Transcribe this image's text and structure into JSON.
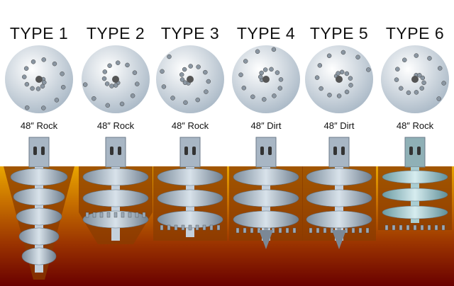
{
  "types": [
    {
      "title": "TYPE 1",
      "size": "48″ Rock",
      "kind": "rock-tapered"
    },
    {
      "title": "TYPE 2",
      "size": "48″ Rock",
      "kind": "rock-stepped"
    },
    {
      "title": "TYPE 3",
      "size": "48″ Rock",
      "kind": "rock-flat"
    },
    {
      "title": "TYPE 4",
      "size": "48″ Dirt",
      "kind": "dirt"
    },
    {
      "title": "TYPE 5",
      "size": "48″ Dirt",
      "kind": "dirt"
    },
    {
      "title": "TYPE 6",
      "size": "48″ Rock",
      "kind": "rock-teal"
    }
  ],
  "colors": {
    "steel": "#b8c6d4",
    "steel_dark": "#6f7f8f",
    "teal": "#9fc6cc",
    "hole": "#8a3c00"
  }
}
